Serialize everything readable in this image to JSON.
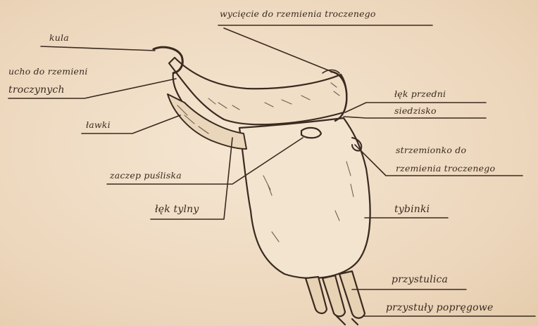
{
  "labels": {
    "wyciecie": "wycięcie do rzemienia troczenego",
    "kula": "kula",
    "ucho_line1": "ucho do rzemieni",
    "ucho_line2": "troczynych",
    "tek_przedni": "łęk przedni",
    "siedzisko": "siedzisko",
    "lawki": "ławki",
    "strzemionko_line1": "strzemionko do",
    "strzemionko_line2": "rzemienia troczenego",
    "zaczep": "zaczep puśliska",
    "tybinki": "tybinki",
    "tek_tylny": "łęk tylny",
    "przystulica": "przystulica",
    "przystuly": "przystuły popręgowe"
  },
  "colors": {
    "ink": "#3a2a20",
    "paper": "#efdcc4"
  }
}
